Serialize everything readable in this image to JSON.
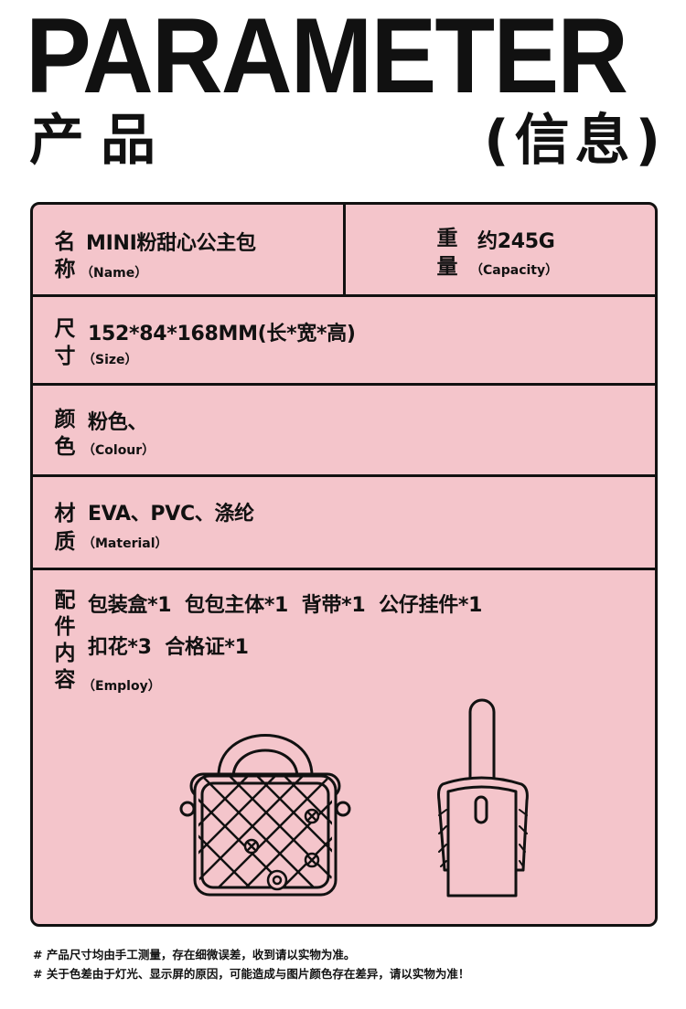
{
  "header": {
    "title": "PARAMETER",
    "subtitle": "产品",
    "subtitle_right": "(信息)"
  },
  "name": {
    "label_1": "名",
    "label_2": "称",
    "value": "MINI粉甜心公主包",
    "english": "（Name）"
  },
  "weight": {
    "label_1": "重",
    "label_2": "量",
    "value": "约245G",
    "english": "（Capacity）"
  },
  "size": {
    "label_1": "尺",
    "label_2": "寸",
    "value": "152*84*168MM(长*宽*高)",
    "english": "（Size）"
  },
  "colour": {
    "label_1": "颜",
    "label_2": "色",
    "value": "粉色、",
    "english": "（Colour）"
  },
  "material": {
    "label_1": "材",
    "label_2": "质",
    "value": "EVA、PVC、涤纶",
    "english": "（Material）"
  },
  "employ": {
    "label_1": "配",
    "label_2": "件",
    "label_3": "内",
    "label_4": "容",
    "line_1": "包装盒*1  包包主体*1  背带*1  公仔挂件*1",
    "line_2": "扣花*3  合格证*1",
    "english": "（Employ）"
  },
  "notes": {
    "note_1": "# 产品尺寸均由手工测量，存在细微误差，收到请以实物为准。",
    "note_2": "# 关于色差由于灯光、显示屏的原因，可能造成与图片颜色存在差异，请以实物为准！"
  },
  "colors": {
    "panel_bg": "#f4c5cb",
    "border": "#111111"
  },
  "illustrations": [
    "handbag-icon",
    "phone-case-keychain-icon"
  ]
}
